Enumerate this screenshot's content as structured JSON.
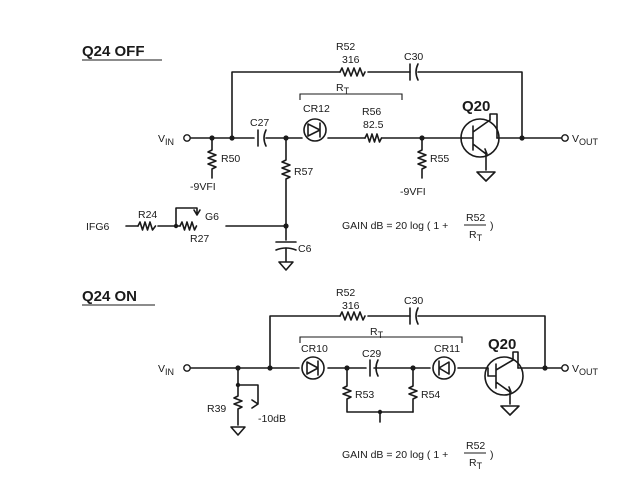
{
  "top": {
    "title": "Q24 OFF",
    "labels": {
      "r52": "R52",
      "r52_val": "316",
      "c30": "C30",
      "rt": "R",
      "rt_sub": "T",
      "cr12": "CR12",
      "r56": "R56",
      "r56_val": "82.5",
      "c27": "C27",
      "vin": "V",
      "vin_sub": "IN",
      "vout": "V",
      "vout_sub": "OUT",
      "r50": "R50",
      "vfi_left": "-9VFI",
      "r57": "R57",
      "r55": "R55",
      "vfi_right": "-9VFI",
      "q20": "Q20",
      "ifg6": "IFG6",
      "r24": "R24",
      "g6": "G6",
      "r27": "R27",
      "c6": "C6"
    },
    "gain": {
      "prefix": "GAIN dB = 20 log ( 1 +",
      "num": "R52",
      "den": "R",
      "den_sub": "T",
      "suffix": ")"
    }
  },
  "bottom": {
    "title": "Q24 ON",
    "labels": {
      "r52": "R52",
      "r52_val": "316",
      "c30": "C30",
      "rt": "R",
      "rt_sub": "T",
      "cr10": "CR10",
      "c29": "C29",
      "cr11": "CR11",
      "q20": "Q20",
      "vin": "V",
      "vin_sub": "IN",
      "vout": "V",
      "vout_sub": "OUT",
      "r39": "R39",
      "att": "-10dB",
      "r53": "R53",
      "r54": "R54"
    },
    "gain": {
      "prefix": "GAIN dB = 20 log ( 1 +",
      "num": "R52",
      "den": "R",
      "den_sub": "T",
      "suffix": ")"
    }
  }
}
